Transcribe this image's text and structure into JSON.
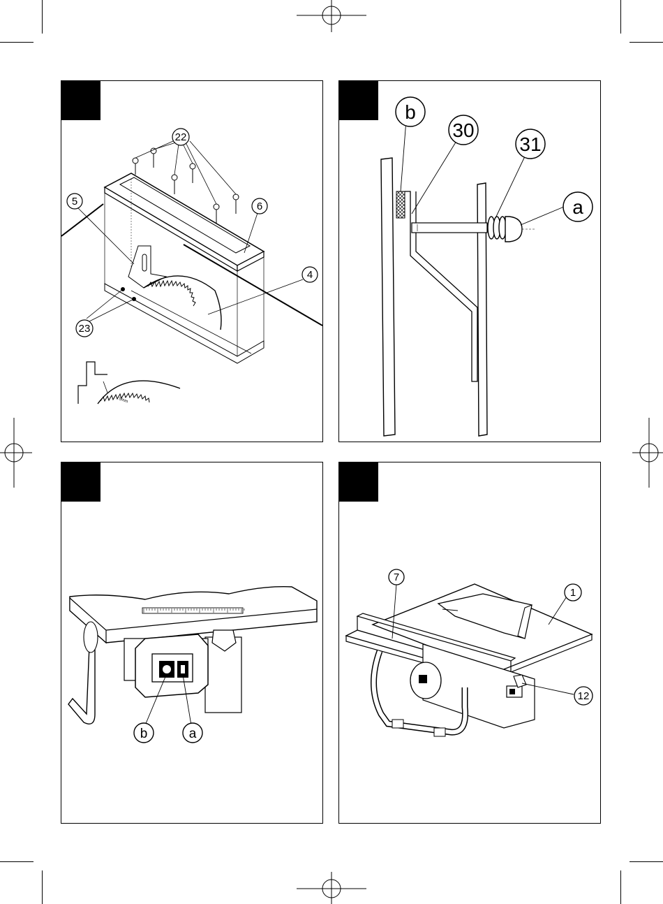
{
  "panels": [
    {
      "id": "fig-top-left",
      "callouts": {
        "c22": "22",
        "c5": "5",
        "c6": "6",
        "c4": "4",
        "c23": "23"
      },
      "detail_text": "5mm"
    },
    {
      "id": "fig-top-right",
      "callouts": {
        "cb": "b",
        "c30": "30",
        "c31": "31",
        "ca": "a"
      }
    },
    {
      "id": "fig-bottom-left",
      "callouts": {
        "cb": "b",
        "ca": "a"
      }
    },
    {
      "id": "fig-bottom-right",
      "callouts": {
        "c7": "7",
        "c1": "1",
        "c12": "12"
      }
    }
  ],
  "colors": {
    "ink": "#000000",
    "paper": "#ffffff",
    "shade": "#dcdcdc"
  }
}
